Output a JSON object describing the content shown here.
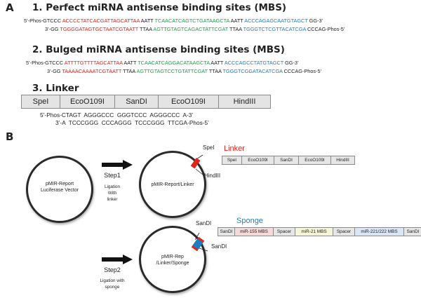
{
  "panelA": {
    "letter": "A",
    "section1": {
      "title": "1. Perfect miRNA antisense binding sites (MBS)",
      "top": [
        {
          "t": "5’-Phos-GTCCC ",
          "c": ""
        },
        {
          "t": "ACCCCTATCACGATTAGCATTAA",
          "c": "red"
        },
        {
          "t": " AATT ",
          "c": ""
        },
        {
          "t": "TCAACATCAGTCTGATAAGCTA",
          "c": "green"
        },
        {
          "t": " AATT ",
          "c": ""
        },
        {
          "t": "ACCCAGAGCAATGTAGCT",
          "c": "blue"
        },
        {
          "t": " GG-3’",
          "c": ""
        }
      ],
      "bottom": [
        {
          "t": "3’-GG ",
          "c": ""
        },
        {
          "t": "TGGGGATAGTGCTAATCGTAATT",
          "c": "red"
        },
        {
          "t": " TTAA ",
          "c": ""
        },
        {
          "t": "AGTTGTAGTCAGACTATTCGAT",
          "c": "green"
        },
        {
          "t": " TTAA ",
          "c": ""
        },
        {
          "t": "TGGGTCTCGTTACATCGA",
          "c": "blue"
        },
        {
          "t": " CCCAG-Phos-5’",
          "c": ""
        }
      ]
    },
    "section2": {
      "title": "2. Bulged miRNA antisense binding sites (MBS)",
      "top": [
        {
          "t": "5’-Phos-GTCCC ",
          "c": ""
        },
        {
          "t": "ATTTTGTTTTAGCATTAA",
          "c": "red"
        },
        {
          "t": " AATT ",
          "c": ""
        },
        {
          "t": "TCAACATCAGGACATAAGCTA",
          "c": "green"
        },
        {
          "t": " AATT ",
          "c": ""
        },
        {
          "t": "ACCCAGCCTATGTAGCT",
          "c": "blue"
        },
        {
          "t": " GG-3’",
          "c": ""
        }
      ],
      "bottom": [
        {
          "t": "3’-GG ",
          "c": ""
        },
        {
          "t": "TAAAACAAAATCGTAATT",
          "c": "red"
        },
        {
          "t": " TTAA ",
          "c": ""
        },
        {
          "t": "AGTTGTAGTCCTGTATTCGAT",
          "c": "green"
        },
        {
          "t": " TTAA ",
          "c": ""
        },
        {
          "t": "TGGGTCGGATACATCGA",
          "c": "blue"
        },
        {
          "t": " CCCAG-Phos-5’",
          "c": ""
        }
      ]
    },
    "section3": {
      "title": "3. Linker",
      "sites": [
        "SpeI",
        "EcoO109I",
        "SanDI",
        "EcoO109I",
        "HindIII"
      ],
      "top": "5’-Phos-CTAGT  AGGGCCC  GGGTCCC  AGGGCCC  A-3’",
      "bottom": "3’-A  TCCCGGG  CCCAGGG  TCCCGGG  TTCGA-Phos-5’"
    }
  },
  "panelB": {
    "letter": "B",
    "plasmid1": {
      "line1": "pMIR-Report",
      "line2": "Luciferase Vector"
    },
    "plasmid2": {
      "line1": "pMIR-Report/Linker"
    },
    "plasmid3": {
      "line1": "pMIR-Rep",
      "line2": "/Linker/Sponge"
    },
    "step1": {
      "title": "Step1",
      "line1": "Ligation",
      "line2": "With",
      "line3": "linker"
    },
    "step2": {
      "title": "Step2",
      "line1": "Ligation with",
      "line2": "sponge"
    },
    "site_labels": {
      "spei": "SpeI",
      "hindiii": "HindIII",
      "sandi_top": "SanDI",
      "sandi_bottom": "SanDI"
    },
    "linker_title": "Linker",
    "linker_sites": [
      "SpeI",
      "EcoO109I",
      "SanDI",
      "EcoO109I",
      "HindIII"
    ],
    "sponge_title": "Sponge",
    "sponge_segments": [
      "SanDI",
      "miR-155 MBS",
      "Spacer",
      "miR-21 MBS",
      "Spacer",
      "miR-221/222 MBS",
      "SanDI"
    ],
    "colors": {
      "red": "#e0251b",
      "green": "#1fa24a",
      "blue": "#1a7fc1",
      "pink_segment": "#f7d9d9",
      "yellow_segment": "#f6f6d6",
      "blue_segment": "#d8e6f5",
      "grey_segment": "#e6e6e6"
    }
  }
}
